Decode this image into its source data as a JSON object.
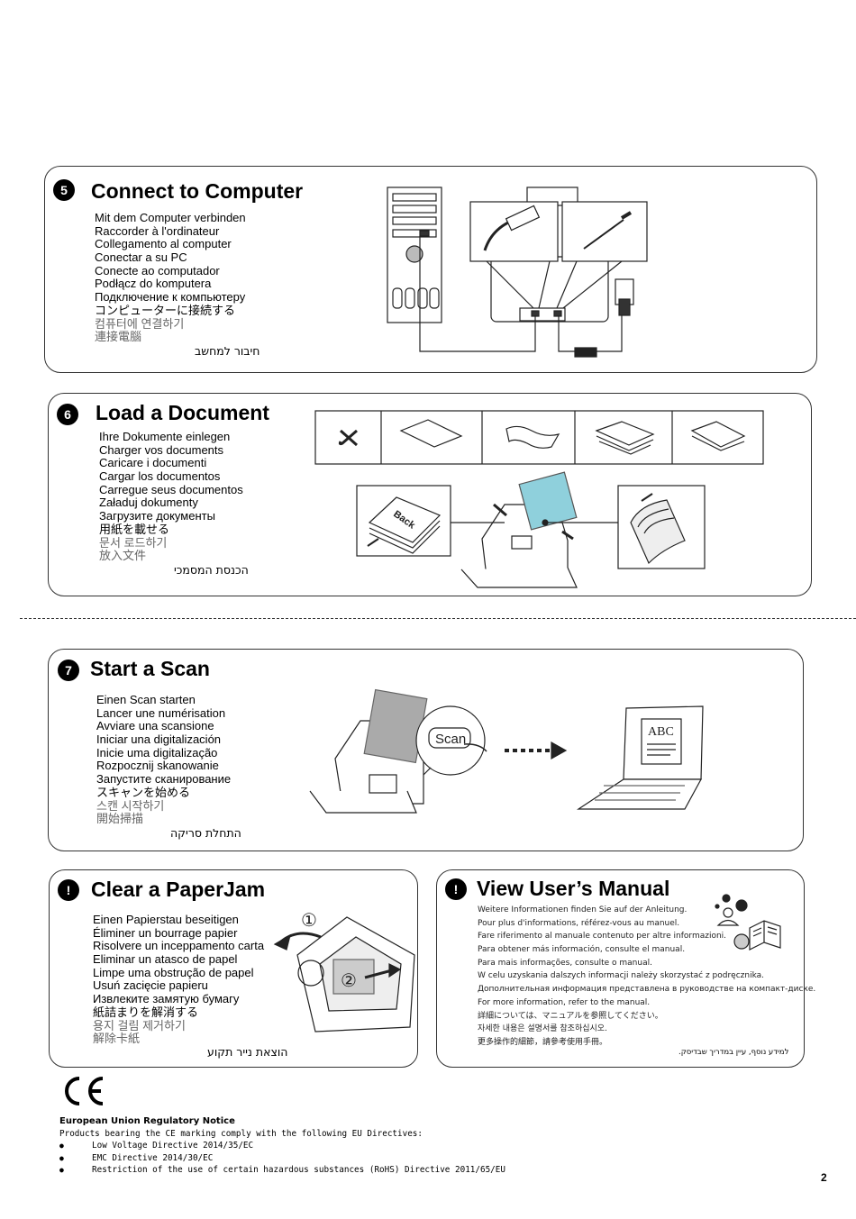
{
  "sections": {
    "connect": {
      "number": "5",
      "title": "Connect to Computer",
      "lines": [
        "Mit dem Computer verbinden",
        "Raccorder à l'ordinateur",
        "Collegamento al computer",
        "Conectar a su PC",
        "Conecte ao computador",
        "Podłącz do komputera",
        "Подключение к компьютеру",
        "コンピューターに接続する",
        "컴퓨터에 연결하기",
        "連接電腦"
      ],
      "hebrew": "חיבור למחשב"
    },
    "load": {
      "number": "6",
      "title": "Load a Document",
      "lines": [
        "Ihre Dokumente einlegen",
        "Charger vos documents",
        "Caricare i documenti",
        "Cargar los documentos",
        "Carregue seus documentos",
        "Załaduj dokumenty",
        "Загрузите документы",
        "用紙を載せる",
        "문서 로드하기",
        "放入文件"
      ],
      "hebrew": "הכנסת המסמכי",
      "back_label": "Back"
    },
    "scan": {
      "number": "7",
      "title": "Start a Scan",
      "lines": [
        "Einen Scan starten",
        "Lancer une numérisation",
        "Avviare una scansione",
        "Iniciar una digitalización",
        "Inicie uma digitalização",
        "Rozpocznij skanowanie",
        "Запустите сканирование",
        "スキャンを始める",
        "스캔 시작하기",
        "開始掃描"
      ],
      "hebrew": "התחלת סריקה",
      "scan_button_label": "Scan",
      "screen_label": "ABC"
    },
    "jam": {
      "number": "!",
      "title": "Clear a PaperJam",
      "lines": [
        "Einen Papierstau beseitigen",
        "Éliminer un bourrage papier",
        "Risolvere un inceppamento carta",
        "Eliminar un atasco de papel",
        "Limpe uma obstrução de papel",
        "Usuń zacięcie papieru",
        "Извлеките замятую бумагу",
        "紙詰まりを解消する",
        "용지 걸림 제거하기",
        "解除卡紙"
      ],
      "hebrew": "הוצאת נייר תקוע",
      "step1": "①",
      "step2": "②"
    },
    "manual": {
      "number": "!",
      "title": "View User’s Manual",
      "lines": [
        "Weitere Informationen finden Sie auf der Anleitung.",
        "Pour plus d'informations, référez-vous au manuel.",
        "Fare riferimento al manuale contenuto per altre informazioni.",
        "Para obtener más información, consulte el manual.",
        "Para mais informações, consulte o manual.",
        "W celu uzyskania dalszych informacji należy skorzystać z podręcznika.",
        "Дополнительная информация представлена в руководстве на компакт-диске.",
        "For more information, refer to the manual.",
        "詳細については、マニュアルを参照してください。",
        "자세한 내용은 설명서를 참조하십시오.",
        "更多操作的細節，請參考使用手冊。"
      ],
      "hebrew": "למידע נוסף, עיין במדריך שבדיסק."
    }
  },
  "eu_notice": {
    "ce_mark": "CE",
    "heading": "European Union Regulatory Notice",
    "intro": "Products bearing the CE marking comply with the following EU Directives:",
    "items": [
      "Low Voltage Directive 2014/35/EC",
      "EMC Directive 2014/30/EC",
      "Restriction of the use of certain hazardous substances (RoHS) Directive 2011/65/EU"
    ]
  },
  "page_number": "2"
}
